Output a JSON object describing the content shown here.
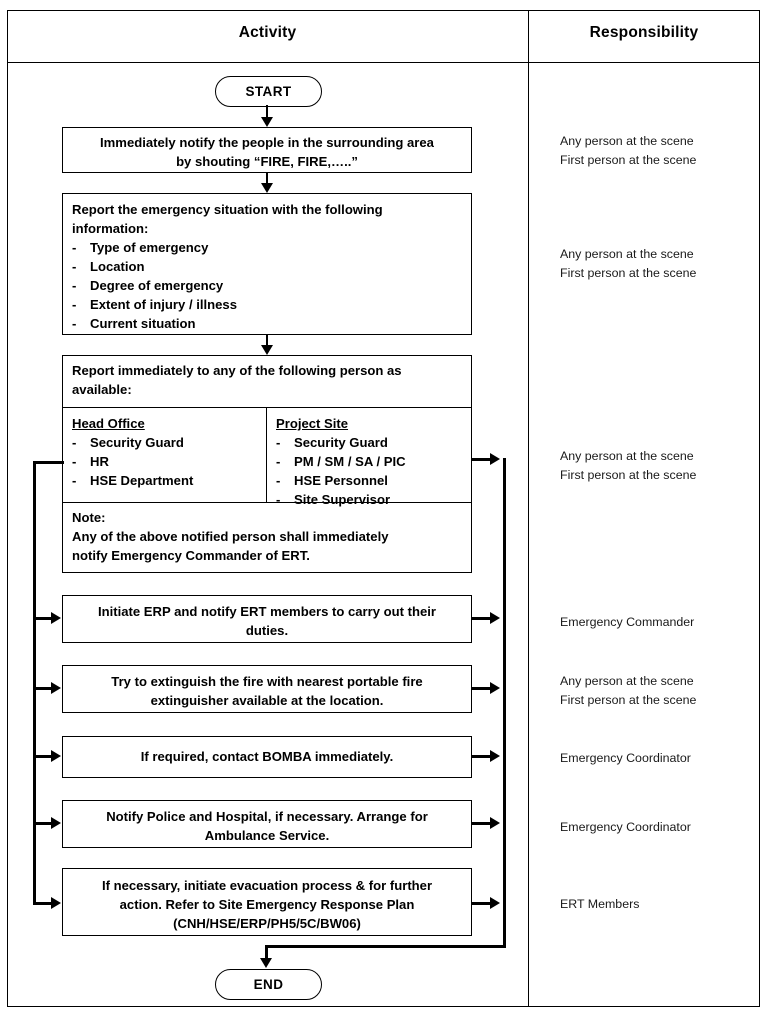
{
  "table": {
    "headers": {
      "activity": "Activity",
      "responsibility": "Responsibility"
    }
  },
  "flow": {
    "start_label": "START",
    "end_label": "END",
    "step1": {
      "line1": "Immediately notify the people in the surrounding area",
      "line2_prefix": "by shouting “",
      "line2_bold": "FIRE, FIRE,…..",
      "line2_suffix": "”"
    },
    "step2": {
      "intro_line1": "Report the emergency situation with the following",
      "intro_line2": "information:",
      "items": [
        "Type of emergency",
        "Location",
        "Degree of emergency",
        "Extent of injury / illness",
        "Current situation"
      ]
    },
    "step3": {
      "intro_line1": "Report immediately to any of the following person as",
      "intro_line2": "available:",
      "head_office_title": "Head Office",
      "head_office_items": [
        "Security Guard",
        "HR",
        "HSE Department"
      ],
      "project_site_title": "Project Site",
      "project_site_items": [
        "Security Guard",
        "PM / SM / SA / PIC",
        "HSE Personnel",
        "Site Supervisor"
      ],
      "note_title": "Note:",
      "note_line1": "Any of the above notified person shall immediately",
      "note_line2_prefix": "notify ",
      "note_line2_bold": "Emergency Commander",
      "note_line2_suffix": " of ERT."
    },
    "step4": {
      "line1": "Initiate ERP and notify ERT members to carry out their",
      "line2": "duties."
    },
    "step5": {
      "line1": "Try to extinguish the fire with nearest portable fire",
      "line2": "extinguisher available at the location."
    },
    "step6": {
      "line1": "If required, contact BOMBA immediately."
    },
    "step7": {
      "line1": "Notify Police and Hospital, if necessary. Arrange for",
      "line2": "Ambulance Service."
    },
    "step8": {
      "line1": "If necessary, initiate evacuation process & for further",
      "line2": "action. Refer to Site Emergency Response Plan",
      "line3": "(CNH/HSE/ERP/PH5/5C/BW06)"
    }
  },
  "responsibility": {
    "r1_line1": "Any person at the scene",
    "r1_line2": "First person at the scene",
    "r2_line1": "Any person at the scene",
    "r2_line2": "First person at the scene",
    "r3_line1": "Any person at the scene",
    "r3_line2": "First person at the scene",
    "r4_line1": "Emergency Commander",
    "r5_line1": "Any person at the scene",
    "r5_line2": "First person at the scene",
    "r6_line1": "Emergency Coordinator",
    "r7_line1": "Emergency Coordinator",
    "r8_line1": "ERT Members"
  },
  "colors": {
    "line": "#000000",
    "background": "#ffffff",
    "text": "#000000"
  }
}
